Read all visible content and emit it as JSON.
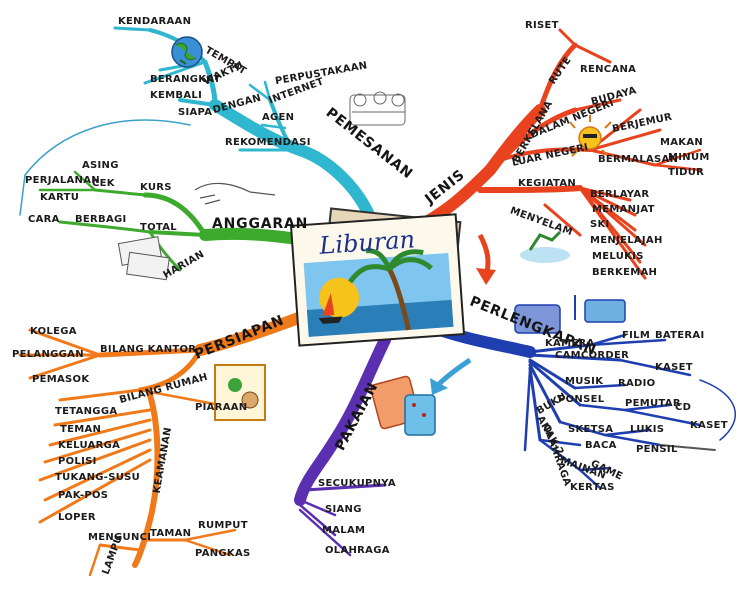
{
  "center": {
    "title": "Liburan"
  },
  "colors": {
    "pemesanan": "#2fb7cf",
    "jenis": "#e8431e",
    "perlengkapan": "#1f3fb0",
    "pakaian": "#5a2fb0",
    "persiapan": "#f07a1a",
    "anggaran": "#3daa2e",
    "sky": "#7ec6ef",
    "sun": "#f6c21c"
  },
  "branches": {
    "pemesanan": {
      "label": "PEMESANAN",
      "items": [
        "KENDARAAN",
        "TEMPAT",
        "BERANGKAT",
        "WAKTU",
        "KEMBALI",
        "SIAPA",
        "DENGAN",
        "PERPUSTAKAAN",
        "INTERNET",
        "AGEN",
        "REKOMENDASI"
      ]
    },
    "jenis": {
      "label": "JENIS",
      "items": [
        "RISET",
        "RUTE",
        "RENCANA",
        "BERKELANA",
        "DALAM NEGERI",
        "LUAR NEGERI",
        "BUDAYA",
        "BERJEMUR",
        "BERMALASAN",
        "MAKAN",
        "MINUM",
        "TIDUR",
        "KEGIATAN",
        "BERLAYAR",
        "MEMANJAT",
        "SKI",
        "MENYELAM",
        "MENJELAJAH",
        "MELUKIS",
        "BERKEMAH"
      ]
    },
    "perlengkapan": {
      "label": "PERLENGKAPAN",
      "items": [
        "KAMERA",
        "FILM",
        "BATERAI",
        "CAMCORDER",
        "KASET",
        "MUSIK",
        "RADIO",
        "PONSEL",
        "PEMUTAR",
        "CD",
        "KASET",
        "BUKU",
        "SKETSA",
        "LUKIS",
        "PENSIL",
        "ANAK-2",
        "BACA",
        "MAINAN",
        "GAME",
        "OLAHRAGA",
        "KERTAS"
      ]
    },
    "pakaian": {
      "label": "PAKAIAN",
      "items": [
        "SECUKUPNYA",
        "SIANG",
        "MALAM",
        "OLAHRAGA"
      ]
    },
    "persiapan": {
      "label": "PERSIAPAN",
      "items": [
        "KOLEGA",
        "PELANGGAN",
        "PEMASOK",
        "BILANG KANTOR",
        "BILANG RUMAH",
        "TETANGGA",
        "PIARAAN",
        "TEMAN",
        "KELUARGA",
        "POLISI",
        "TUKANG-SUSU",
        "PAK-POS",
        "LOPER",
        "KEAMANAN",
        "MENGUNCI",
        "LAMPU",
        "TAMAN",
        "RUMPUT",
        "PANGKAS"
      ]
    },
    "anggaran": {
      "label": "ANGGARAN",
      "items": [
        "ASING",
        "PERJALANAN",
        "CEK",
        "KURS",
        "KARTU",
        "CARA",
        "BERBAGI",
        "TOTAL",
        "HARIAN"
      ]
    }
  }
}
